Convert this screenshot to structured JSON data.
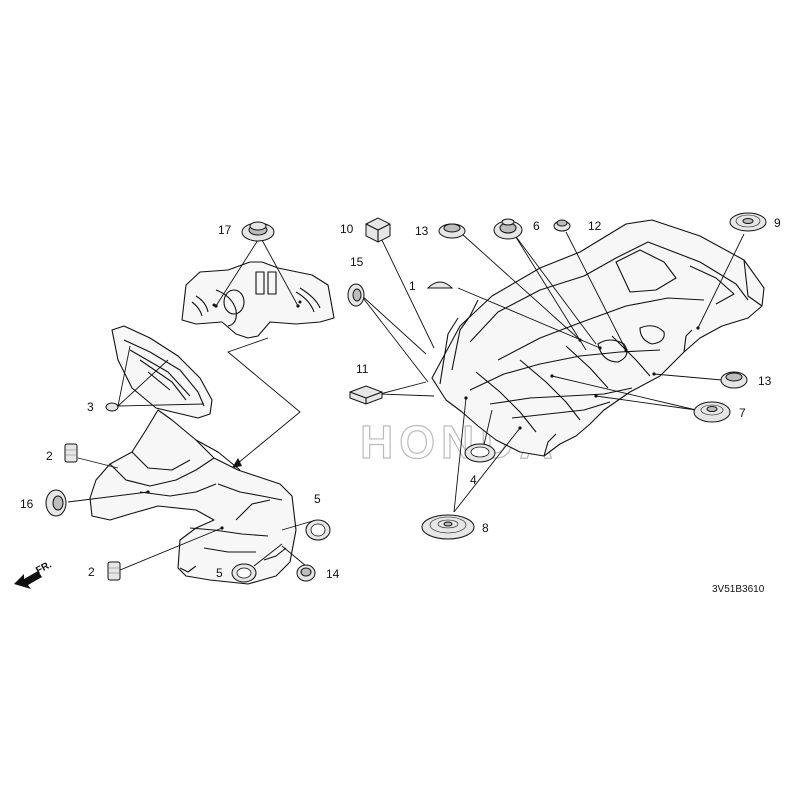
{
  "diagram_code": "3V51B3610",
  "watermark": "HONDA",
  "front_arrow_label": "FR.",
  "callouts": [
    {
      "key": "c1",
      "label": "1"
    },
    {
      "key": "c2a",
      "label": "2"
    },
    {
      "key": "c2b",
      "label": "2"
    },
    {
      "key": "c3",
      "label": "3"
    },
    {
      "key": "c4",
      "label": "4"
    },
    {
      "key": "c5a",
      "label": "5"
    },
    {
      "key": "c5b",
      "label": "5"
    },
    {
      "key": "c6",
      "label": "6"
    },
    {
      "key": "c7",
      "label": "7"
    },
    {
      "key": "c8",
      "label": "8"
    },
    {
      "key": "c9",
      "label": "9"
    },
    {
      "key": "c10",
      "label": "10"
    },
    {
      "key": "c11",
      "label": "11"
    },
    {
      "key": "c12",
      "label": "12"
    },
    {
      "key": "c13a",
      "label": "13"
    },
    {
      "key": "c13b",
      "label": "13"
    },
    {
      "key": "c14",
      "label": "14"
    },
    {
      "key": "c15",
      "label": "15"
    },
    {
      "key": "c16",
      "label": "16"
    },
    {
      "key": "c17",
      "label": "17"
    }
  ]
}
